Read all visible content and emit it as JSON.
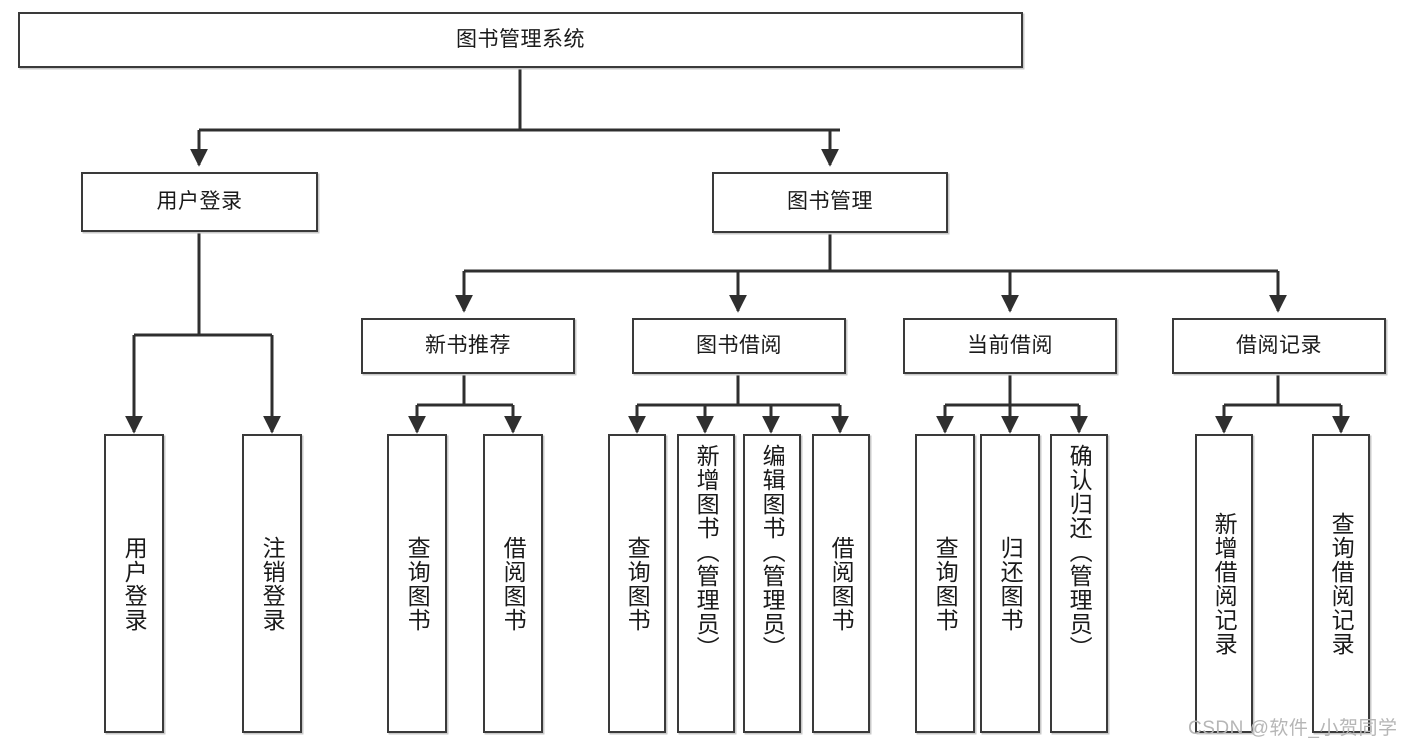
{
  "diagram": {
    "title": "图书管理系统",
    "type": "hierarchy-tree",
    "root": {
      "label": "图书管理系统"
    },
    "level2": [
      {
        "label": "用户登录"
      },
      {
        "label": "图书管理"
      }
    ],
    "level3": [
      {
        "label": "新书推荐"
      },
      {
        "label": "图书借阅"
      },
      {
        "label": "当前借阅"
      },
      {
        "label": "借阅记录"
      }
    ],
    "leaves": {
      "user_login": [
        {
          "label": "用户登录"
        },
        {
          "label": "注销登录"
        }
      ],
      "new_book_recommend": [
        {
          "label": "查询图书"
        },
        {
          "label": "借阅图书"
        }
      ],
      "book_borrow": [
        {
          "label": "查询图书"
        },
        {
          "label": "新增图书（管理员）"
        },
        {
          "label": "编辑图书（管理员）"
        },
        {
          "label": "借阅图书"
        }
      ],
      "current_borrow": [
        {
          "label": "查询图书"
        },
        {
          "label": "归还图书"
        },
        {
          "label": "确认归还（管理员）"
        }
      ],
      "borrow_record": [
        {
          "label": "新增借阅记录"
        },
        {
          "label": "查询借阅记录"
        }
      ]
    }
  },
  "watermark": {
    "text": "CSDN @软件_小贺同学"
  },
  "colors": {
    "border": "#3a3a3a",
    "background": "#ffffff",
    "text": "#1a1a1a",
    "watermark": "#b6b6b6"
  }
}
